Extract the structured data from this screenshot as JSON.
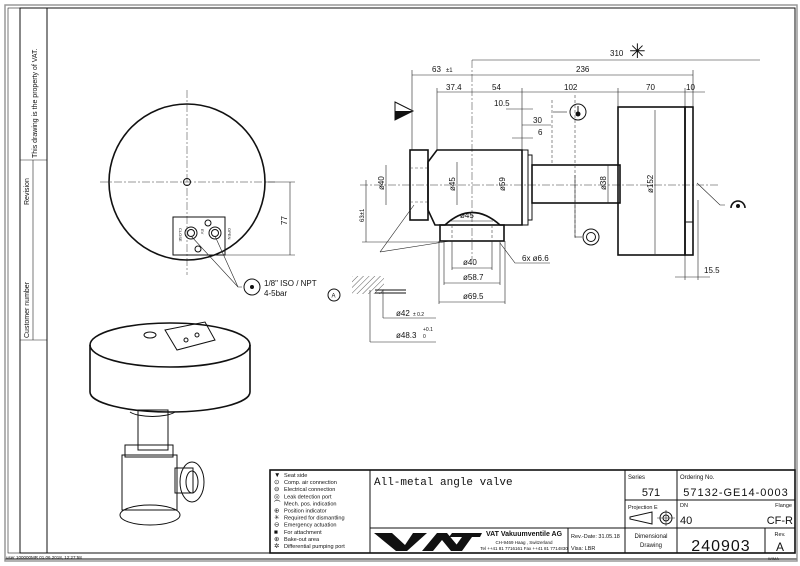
{
  "margin": {
    "property_note": "This drawing is the property of VAT.",
    "revision_label": "Revision",
    "customer_number_label": "Customer number",
    "footer_stamp": "user 100000MR  01.06.2018, 12:27:58"
  },
  "drawing": {
    "top_view": {
      "port_close": "CLOSE",
      "port_open": "OPEN",
      "port_mid": "EV",
      "dim_77": "77",
      "air_connection_note": "1/8\" ISO / NPT",
      "air_pressure_note": "4-5bar",
      "detail_ref": "A"
    },
    "side_view": {
      "dims": {
        "d310": "310",
        "d236": "236",
        "d63": "63",
        "d63_tol": "±1",
        "d37_4": "37.4",
        "d54": "54",
        "d102": "102",
        "d70": "70",
        "d10": "10",
        "d10_5": "10.5",
        "d30": "30",
        "d6": "6",
        "dia40_flange": "ø40",
        "dia45": "ø45",
        "dia59": "ø59",
        "dia38": "ø38",
        "dia152": "ø152",
        "d63_vert": "63±1",
        "dia45_bottom": "ø45",
        "dia40_bottom": "ø40",
        "holes": "6x ø6.6",
        "dia58_7": "ø58.7",
        "dia69_5": "ø69.5",
        "d15_5": "15.5",
        "dia42": "ø42",
        "dia42_tol": "± 0.2",
        "dia48_3": "ø48.3",
        "dia48_3_tol_upper": "+0.1",
        "dia48_3_tol_lower": "0"
      }
    }
  },
  "legend": [
    {
      "icon": "seat-side-icon",
      "label": "Seat side"
    },
    {
      "icon": "comp-air-icon",
      "label": "Comp. air connection"
    },
    {
      "icon": "electrical-icon",
      "label": "Electrical connection"
    },
    {
      "icon": "leak-detection-icon",
      "label": "Leak detection port"
    },
    {
      "icon": "mech-pos-icon",
      "label": "Mech. pos. indication"
    },
    {
      "icon": "position-indicator-icon",
      "label": "Position indicator"
    },
    {
      "icon": "dismantling-icon",
      "label": "Required for dismantling"
    },
    {
      "icon": "emergency-icon",
      "label": "Emergency actuation"
    },
    {
      "icon": "attachment-icon",
      "label": "For attachment"
    },
    {
      "icon": "bake-out-icon",
      "label": "Bake-out area"
    },
    {
      "icon": "diff-pumping-icon",
      "label": "Differential pumping port"
    }
  ],
  "title_block": {
    "title": "All-metal angle valve",
    "company": "VAT Vakuumventile AG",
    "address": "CH-9469 Haag , Switzerland",
    "contact": "Tel ++41 81 7716161 Fax ++41 81 7714830",
    "rev_date": "Rev.-Date: 31.05.18",
    "visa": "Visa: LBR",
    "series_label": "Series",
    "series": "571",
    "projection_label": "Projection E",
    "doc_type_line1": "Dimensional",
    "doc_type_line2": "Drawing",
    "ordering_label": "Ordering No.",
    "ordering_no": "57132-GE14-0003",
    "dn_label": "DN",
    "dn": "40",
    "flange_label": "Flange",
    "flange": "CF-R",
    "drawing_no": "240903",
    "rev_label": "Rev.",
    "rev": "A",
    "logo_text": "VAT",
    "corner_code": "WIMA"
  }
}
